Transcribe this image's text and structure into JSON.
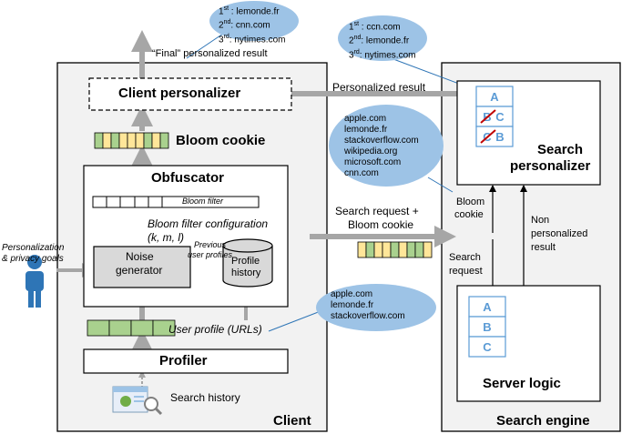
{
  "colors": {
    "panel_fill": "#f2f2f2",
    "box_border": "#000000",
    "arrow_gray": "#a6a6a6",
    "bubble_blue": "#9dc3e6",
    "cell_green": "#a9d18e",
    "cell_yellow": "#ffe699",
    "page_blue": "#5b9bd5",
    "user_blue": "#2e75b6",
    "cross_red": "#c00000",
    "cylinder_fill": "#d9d9d9"
  },
  "bubble_top_left": {
    "lines": [
      {
        "rank": "1",
        "sup": "st",
        "site": " : lemonde.fr"
      },
      {
        "rank": "2",
        "sup": "nd",
        "site": ": cnn.com"
      },
      {
        "rank": "3",
        "sup": "rd",
        "site": ": nytimes.com"
      }
    ]
  },
  "bubble_top_right": {
    "lines": [
      {
        "rank": "1",
        "sup": "st",
        "site": " : ccn.com"
      },
      {
        "rank": "2",
        "sup": "nd",
        "site": ": lemonde.fr"
      },
      {
        "rank": "3",
        "sup": "rd",
        "site": ": nytimes.com"
      }
    ]
  },
  "bubble_cookie_sites": [
    "apple.com",
    "lemonde.fr",
    "stackoverflow.com",
    "wikipedia.org",
    "microsoft.com",
    "cnn.com"
  ],
  "bubble_profile_sites": [
    "apple.com",
    "lemonde.fr",
    "stackoverflow.com"
  ],
  "labels": {
    "final_result": "“Final” personalized result",
    "client_personalizer": "Client personalizer",
    "bloom_cookie": "Bloom cookie",
    "obfuscator": "Obfuscator",
    "bloom_filter": "Bloom filter",
    "bloom_config_1": "Bloom filter configuration",
    "bloom_config_2": "(k, m, l)",
    "goals_1": "Personalization",
    "goals_2": "& privacy goals",
    "noise_1": "Noise",
    "noise_2": "generator",
    "previous_1": "Previous",
    "previous_2": "user profiles",
    "profile_1": "Profile",
    "profile_2": "history",
    "user_profile": "User profile (URLs)",
    "profiler": "Profiler",
    "search_history": "Search history",
    "client": "Client",
    "personalized_result": "Personalized result",
    "search_request_cookie_1": "Search request +",
    "search_request_cookie_2": "Bloom cookie",
    "bloom_cookie_side_1": "Bloom",
    "bloom_cookie_side_2": "cookie",
    "non_personalized_1": "Non",
    "non_personalized_2": "personalized",
    "non_personalized_3": "result",
    "search_request_1": "Search",
    "search_request_2": "request",
    "search_personalizer_1": "Search",
    "search_personalizer_2": "personalizer",
    "server_logic": "Server logic",
    "search_engine": "Search engine"
  },
  "page_top": [
    "A",
    "C",
    "B"
  ],
  "page_bottom": [
    "A",
    "B",
    "C"
  ],
  "bloom_cookie_cells": [
    "green",
    "yellow",
    "green",
    "yellow",
    "yellow",
    "yellow",
    "green",
    "yellow",
    "green"
  ],
  "transit_cookie_cells": [
    "yellow",
    "green",
    "yellow",
    "yellow",
    "green",
    "yellow",
    "green",
    "green",
    "yellow"
  ],
  "user_profile_cells": [
    "green",
    "green",
    "green",
    "green"
  ]
}
